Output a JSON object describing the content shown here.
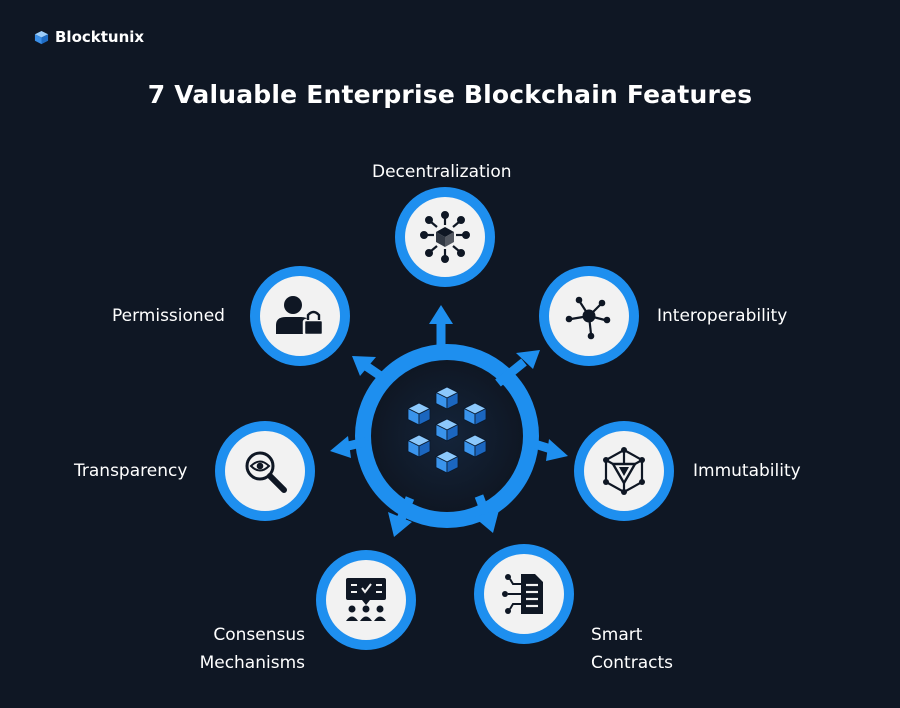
{
  "brand": {
    "name": "Blocktunix"
  },
  "title": "7 Valuable Enterprise Blockchain Features",
  "colors": {
    "background": "#0f1724",
    "accent": "#1e8fef",
    "node_fill": "#f2f2f2",
    "icon": "#0f1724",
    "cube": "#3ea0f5"
  },
  "features": [
    {
      "id": "decentralization",
      "label": "Decentralization",
      "icon": "network-cube-icon"
    },
    {
      "id": "interoperability",
      "label": "Interoperability",
      "icon": "hub-network-icon"
    },
    {
      "id": "immutability",
      "label": "Immutability",
      "icon": "triangle-chain-icon"
    },
    {
      "id": "smart-contracts",
      "label_lines": [
        "Smart",
        "Contracts"
      ],
      "icon": "contract-circuit-icon"
    },
    {
      "id": "consensus-mechanisms",
      "label_lines": [
        "Consensus",
        "Mechanisms"
      ],
      "icon": "group-vote-icon"
    },
    {
      "id": "transparency",
      "label": "Transparency",
      "icon": "eye-magnifier-icon"
    },
    {
      "id": "permissioned",
      "label": "Permissioned",
      "icon": "user-lock-icon"
    }
  ]
}
